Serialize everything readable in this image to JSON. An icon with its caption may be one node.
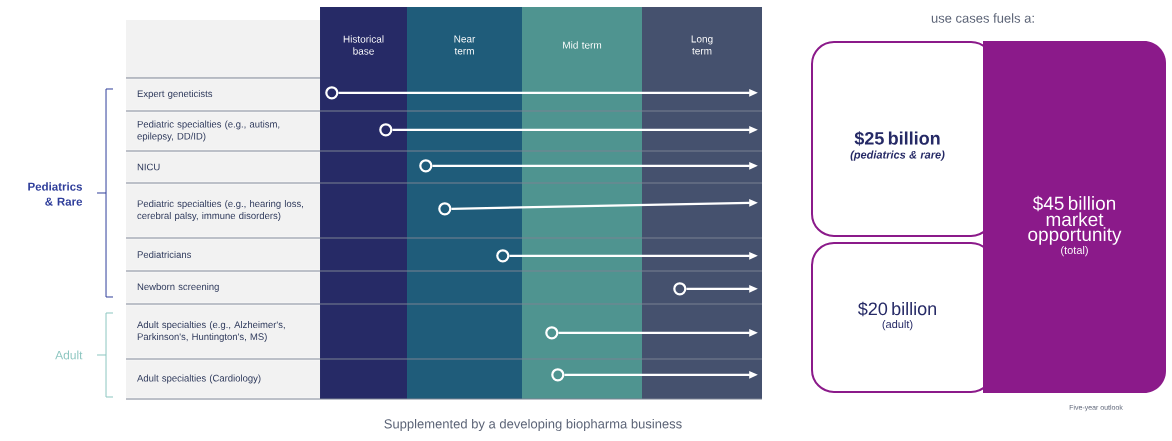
{
  "diagram": {
    "nodes": [
      {
        "text": [
          "Historical base"
        ]
      },
      {
        "text": [
          "Near term"
        ]
      },
      {
        "text": [
          "Mid term"
        ]
      },
      {
        "text": [
          "Long term"
        ]
      },
      {
        "text": [
          "Expert geneticists"
        ]
      },
      {
        "text": [
          "Pediatric specialties (e.g., autism, epilepsy, DD/ID)"
        ]
      },
      {
        "text": [
          "NICU"
        ]
      },
      {
        "text": [
          "Pediatric specialties (e.g., hearing loss, cerebral palsy, immune disorders)"
        ]
      },
      {
        "text": [
          "Pediatricians"
        ]
      },
      {
        "text": [
          "Newborn screening"
        ]
      },
      {
        "text": [
          "Adult specialties (e.g., Alzheimer's, Parkinson's, Huntington's, MS)"
        ]
      },
      {
        "text": [
          "Adult specialties (Cardiology)"
        ]
      },
      {
        "text": [],
        "shape": "circle",
        "in": 0
      },
      {
        "text": [],
        "shape": "circle",
        "in": 0
      },
      {
        "text": [],
        "shape": "circle",
        "in": 1
      },
      {
        "text": [],
        "shape": "circle",
        "in": 1
      },
      {
        "text": [],
        "shape": "circle",
        "in": 1
      },
      {
        "text": [],
        "shape": "circle",
        "in": 3
      },
      {
        "text": [],
        "shape": "circle",
        "in": 2
      },
      {
        "text": [],
        "shape": "circle",
        "in": 2
      },
      {
        "text": [
          "$25 billion",
          "(pediatrics & rare)"
        ]
      },
      {
        "text": [
          "$20 billion",
          "(adult)"
        ]
      },
      {
        "text": [
          "$45 billion market opportunity",
          "(total)"
        ]
      }
    ],
    "edges": [
      {
        "from": 12,
        "to": 3,
        "arrow": "to"
      },
      {
        "from": 13,
        "to": 3,
        "arrow": "to"
      },
      {
        "from": 14,
        "to": 3,
        "arrow": "to"
      },
      {
        "from": 15,
        "to": 3,
        "arrow": "to"
      },
      {
        "from": 16,
        "to": 3,
        "arrow": "to"
      },
      {
        "from": 17,
        "to": 3,
        "arrow": "to"
      },
      {
        "from": 18,
        "to": 3,
        "arrow": "to"
      },
      {
        "from": 19,
        "to": 3,
        "arrow": "to"
      }
    ],
    "labels": [
      "Pediatrics & Rare",
      "Adult",
      "use cases fuels a:",
      "Supplemented by a developing biopharma business",
      "Five-year outlook"
    ]
  }
}
